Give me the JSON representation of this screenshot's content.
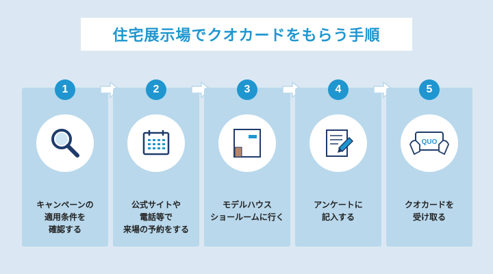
{
  "title": "住宅展示場でクオカードをもらう手順",
  "colors": {
    "accent": "#1f96cf",
    "card_bg": "#b9d8ec",
    "page_bg": "#dbe8f3"
  },
  "steps": [
    {
      "number": "1",
      "icon": "magnifier-icon",
      "lines": [
        "キャンペーンの",
        "適用条件を",
        "確認する"
      ]
    },
    {
      "number": "2",
      "icon": "calendar-icon",
      "lines": [
        "公式サイトや",
        "電話等で",
        "来場の予約をする"
      ]
    },
    {
      "number": "3",
      "icon": "showroom-door-icon",
      "lines": [
        "モデルハウス",
        "ショールームに行く"
      ]
    },
    {
      "number": "4",
      "icon": "pencil-paper-icon",
      "lines": [
        "アンケートに",
        "記入する"
      ]
    },
    {
      "number": "5",
      "icon": "quo-card-icon",
      "card_text": "QUO",
      "lines": [
        "クオカードを",
        "受け取る"
      ]
    }
  ]
}
